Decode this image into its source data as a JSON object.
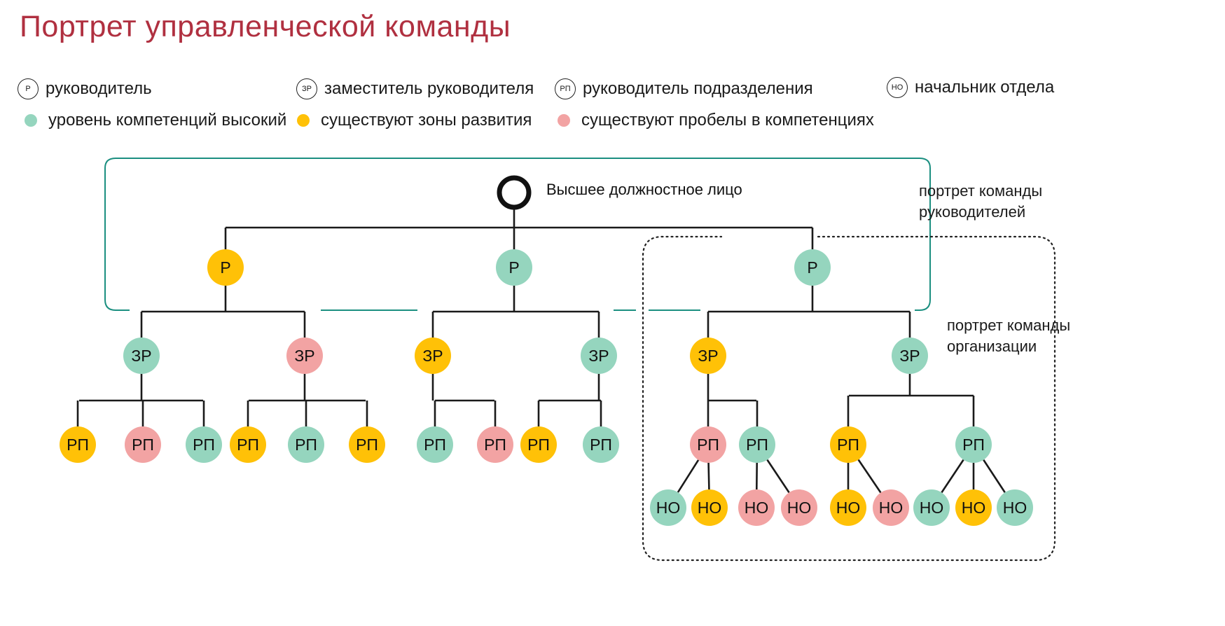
{
  "title": "Портрет управленческой команды",
  "legend": {
    "roles": [
      {
        "abbr": "Р",
        "label": "руководитель"
      },
      {
        "abbr": "ЗР",
        "label": "заместитель руководителя"
      },
      {
        "abbr": "РП",
        "label": "руководитель подразделения"
      },
      {
        "abbr": "НО",
        "label": "начальник отдела"
      }
    ],
    "levels": [
      {
        "key": "high",
        "color": "#95d5be",
        "label": "уровень компетенций высокий"
      },
      {
        "key": "dev",
        "color": "#ffc107",
        "label": "существуют зоны развития"
      },
      {
        "key": "gap",
        "color": "#f2a3a3",
        "label": "существуют пробелы в компетенциях"
      }
    ]
  },
  "top_label": "Высшее должностное лицо",
  "notes": {
    "leaders_team": "портрет команды\nруководителей",
    "org_team": "портрет команды\nорганизации"
  },
  "colors": {
    "high": "#95d5be",
    "dev": "#ffc107",
    "gap": "#f2a3a3",
    "line": "#1a1a1a",
    "teal_frame": "#1b8f80",
    "title": "#b03040"
  },
  "tree": {
    "root": {
      "label": "",
      "level": "root"
    },
    "leaders": [
      {
        "label": "Р",
        "level": "dev",
        "deputies": [
          {
            "label": "ЗР",
            "level": "high",
            "heads": [
              {
                "label": "РП",
                "level": "dev"
              },
              {
                "label": "РП",
                "level": "gap"
              },
              {
                "label": "РП",
                "level": "high"
              }
            ]
          },
          {
            "label": "ЗР",
            "level": "gap",
            "heads": [
              {
                "label": "РП",
                "level": "dev"
              },
              {
                "label": "РП",
                "level": "high"
              },
              {
                "label": "РП",
                "level": "dev"
              }
            ]
          }
        ]
      },
      {
        "label": "Р",
        "level": "high",
        "deputies": [
          {
            "label": "ЗР",
            "level": "dev",
            "heads": [
              {
                "label": "РП",
                "level": "high"
              },
              {
                "label": "РП",
                "level": "gap"
              }
            ]
          },
          {
            "label": "ЗР",
            "level": "high",
            "heads": [
              {
                "label": "РП",
                "level": "dev"
              },
              {
                "label": "РП",
                "level": "high"
              }
            ]
          }
        ]
      },
      {
        "label": "Р",
        "level": "high",
        "deputies": [
          {
            "label": "ЗР",
            "level": "dev",
            "heads": [
              {
                "label": "РП",
                "level": "gap",
                "chiefs": [
                  {
                    "label": "НО",
                    "level": "high"
                  },
                  {
                    "label": "НО",
                    "level": "dev"
                  }
                ]
              },
              {
                "label": "РП",
                "level": "high",
                "chiefs": [
                  {
                    "label": "НО",
                    "level": "gap"
                  },
                  {
                    "label": "НО",
                    "level": "gap"
                  }
                ]
              }
            ]
          },
          {
            "label": "ЗР",
            "level": "high",
            "heads": [
              {
                "label": "РП",
                "level": "dev",
                "chiefs": [
                  {
                    "label": "НО",
                    "level": "dev"
                  },
                  {
                    "label": "НО",
                    "level": "gap"
                  }
                ]
              },
              {
                "label": "РП",
                "level": "high",
                "chiefs": [
                  {
                    "label": "НО",
                    "level": "high"
                  },
                  {
                    "label": "НО",
                    "level": "dev"
                  },
                  {
                    "label": "НО",
                    "level": "high"
                  }
                ]
              }
            ]
          }
        ]
      }
    ]
  }
}
